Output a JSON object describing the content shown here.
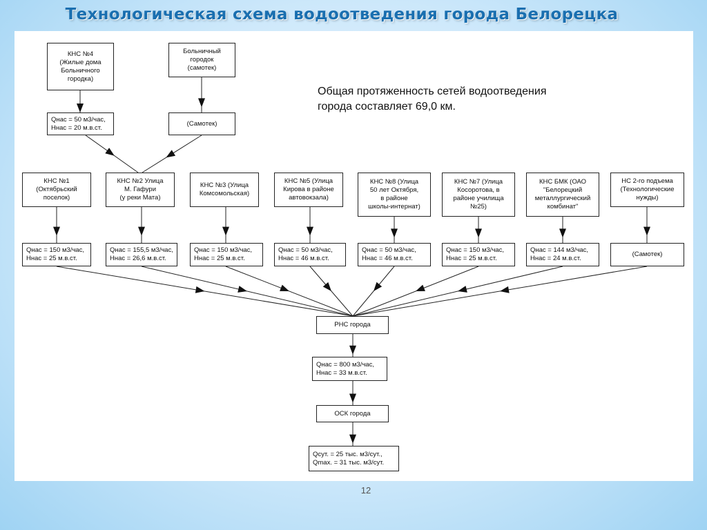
{
  "title": "Технологическая схема водоотведения города Белорецка",
  "summary": "Общая протяженность сетей водоотведения\nгорода составляет 69,0 км.",
  "page_number": "12",
  "top": {
    "kns4": "КНС №4\n(Жилые дома\nБольничного\nгородка)",
    "kns4_params": "Qнас = 50 м3/час,\nHнас = 20 м.в.ст.",
    "hospital": "Больничный\nгородок\n(самотек)",
    "hospital_flow": "(Самотек)"
  },
  "stations": [
    {
      "name": "КНС №1\n(Октябрьский\nпоселок)",
      "params": "Qнас = 150 м3/час,\nHнас = 25 м.в.ст."
    },
    {
      "name": "КНС №2 Улица\nМ. Гафури\n(у реки Мата)",
      "params": "Qнас = 155,5 м3/час,\nHнас = 26,6 м.в.ст."
    },
    {
      "name": "КНС №3 (Улица\nКомсомольская)",
      "params": "Qнас = 150 м3/час,\nHнас = 25 м.в.ст."
    },
    {
      "name": "КНС №5 (Улица\nКирова в районе\nавтовокзала)",
      "params": "Qнас = 50 м3/час,\nHнас = 46 м.в.ст."
    },
    {
      "name": "КНС №8 (Улица\n50 лет Октября,\nв районе\nшколы-интернат)",
      "params": "Qнас = 50 м3/час,\nHнас = 46 м.в.ст."
    },
    {
      "name": "КНС №7 (Улица\nКосоротова, в\nрайоне училища\n№25)",
      "params": "Qнас = 150 м3/час,\nHнас = 25 м.в.ст."
    },
    {
      "name": "КНС БМК (ОАО\n\"Белорецкий\nметаллургический\nкомбинат\"",
      "params": "Qнас = 144 м3/час,\nHнас = 24 м.в.ст."
    },
    {
      "name": "НС 2-го подъема\n(Технологические\nнужды)",
      "params": "(Самотек)"
    }
  ],
  "bottom": {
    "rns": "РНС города",
    "rns_params": "Qнас = 800 м3/час,\nHнас = 33 м.в.ст.",
    "osk": "ОСК города",
    "osk_params": "Qсут. = 25 тыс. м3/сут.,\nQmax. = 31 тыс. м3/сут."
  }
}
